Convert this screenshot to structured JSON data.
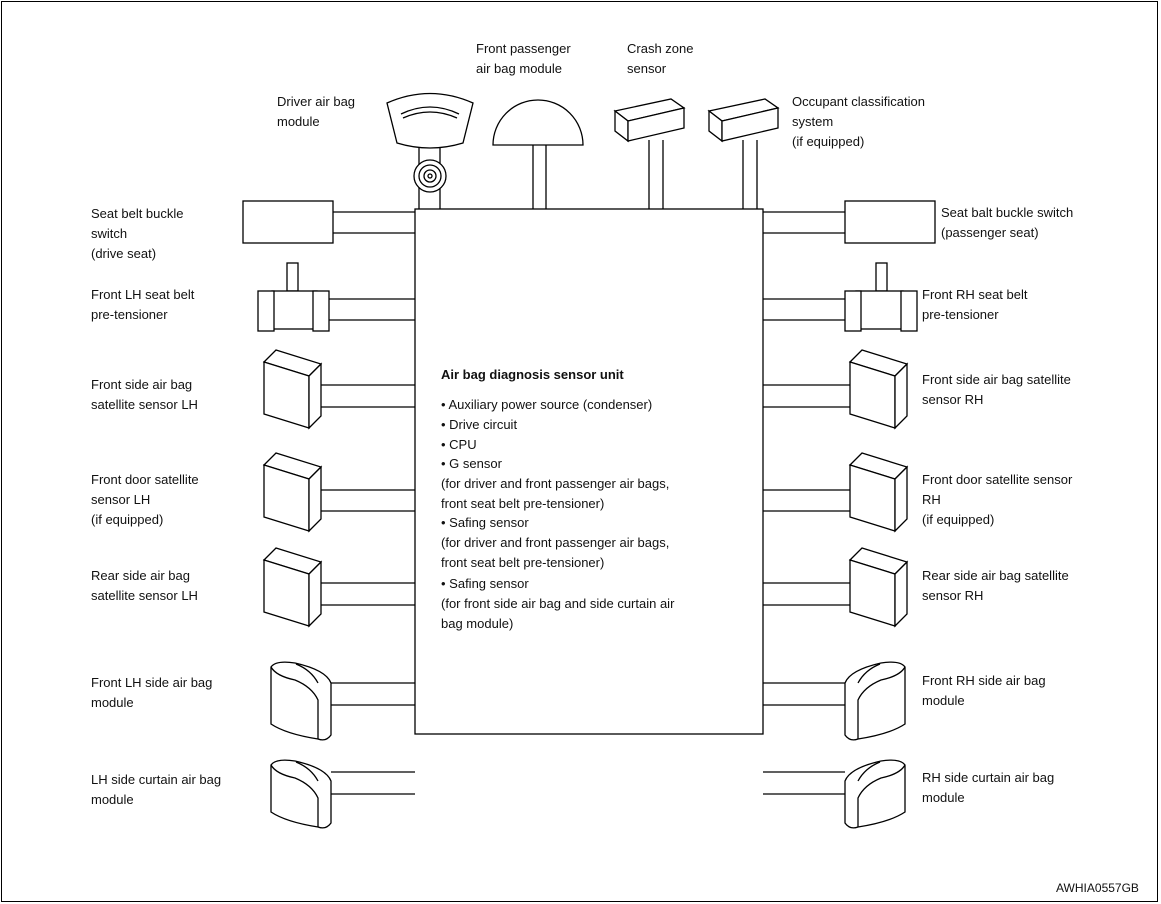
{
  "unit": {
    "title": "Air bag diagnosis sensor unit",
    "items": [
      "• Auxiliary power source (condenser)",
      "• Drive circuit",
      "• CPU",
      "• G sensor\n(for driver and front passenger air bags,\nfront seat belt pre-tensioner)",
      "• Safing sensor\n(for driver and front passenger air bags,\nfront seat belt pre-tensioner)",
      "• Safing sensor\n(for front side air bag and side curtain air\nbag module)"
    ]
  },
  "top_labels": {
    "driver_air_bag_module": "Driver air bag\nmodule",
    "front_passenger_air_bag_module": "Front passenger\nair bag module",
    "crash_zone_sensor": "Crash zone\nsensor",
    "occupant_classification_system": "Occupant classification\nsystem\n(if equipped)"
  },
  "left_labels": {
    "seat_belt_buckle_switch_drive": "Seat belt buckle\nswitch\n(drive seat)",
    "front_lh_seat_belt_pretensioner": "Front LH seat belt\npre-tensioner",
    "front_side_air_bag_satellite_sensor_lh": "Front side air bag\nsatellite sensor LH",
    "front_door_satellite_sensor_lh": "Front door satellite\nsensor LH\n(if equipped)",
    "rear_side_air_bag_satellite_sensor_lh": "Rear side air bag\nsatellite sensor LH",
    "front_lh_side_air_bag_module": "Front LH side air bag\nmodule",
    "lh_side_curtain_air_bag_module": "LH side curtain air bag\nmodule"
  },
  "right_labels": {
    "seat_belt_buckle_switch_passenger": "Seat balt buckle switch\n(passenger seat)",
    "front_rh_seat_belt_pretensioner": "Front RH seat belt\npre-tensioner",
    "front_side_air_bag_satellite_sensor_rh": "Front side air bag satellite\nsensor RH",
    "front_door_satellite_sensor_rh": "Front door satellite sensor\nRH\n(if equipped)",
    "rear_side_air_bag_satellite_sensor_rh": "Rear side air bag satellite\nsensor RH",
    "front_rh_side_air_bag_module": "Front RH side air bag\nmodule",
    "rh_side_curtain_air_bag_module": "RH side curtain air bag\nmodule"
  },
  "figure_code": "AWHIA0557GB"
}
